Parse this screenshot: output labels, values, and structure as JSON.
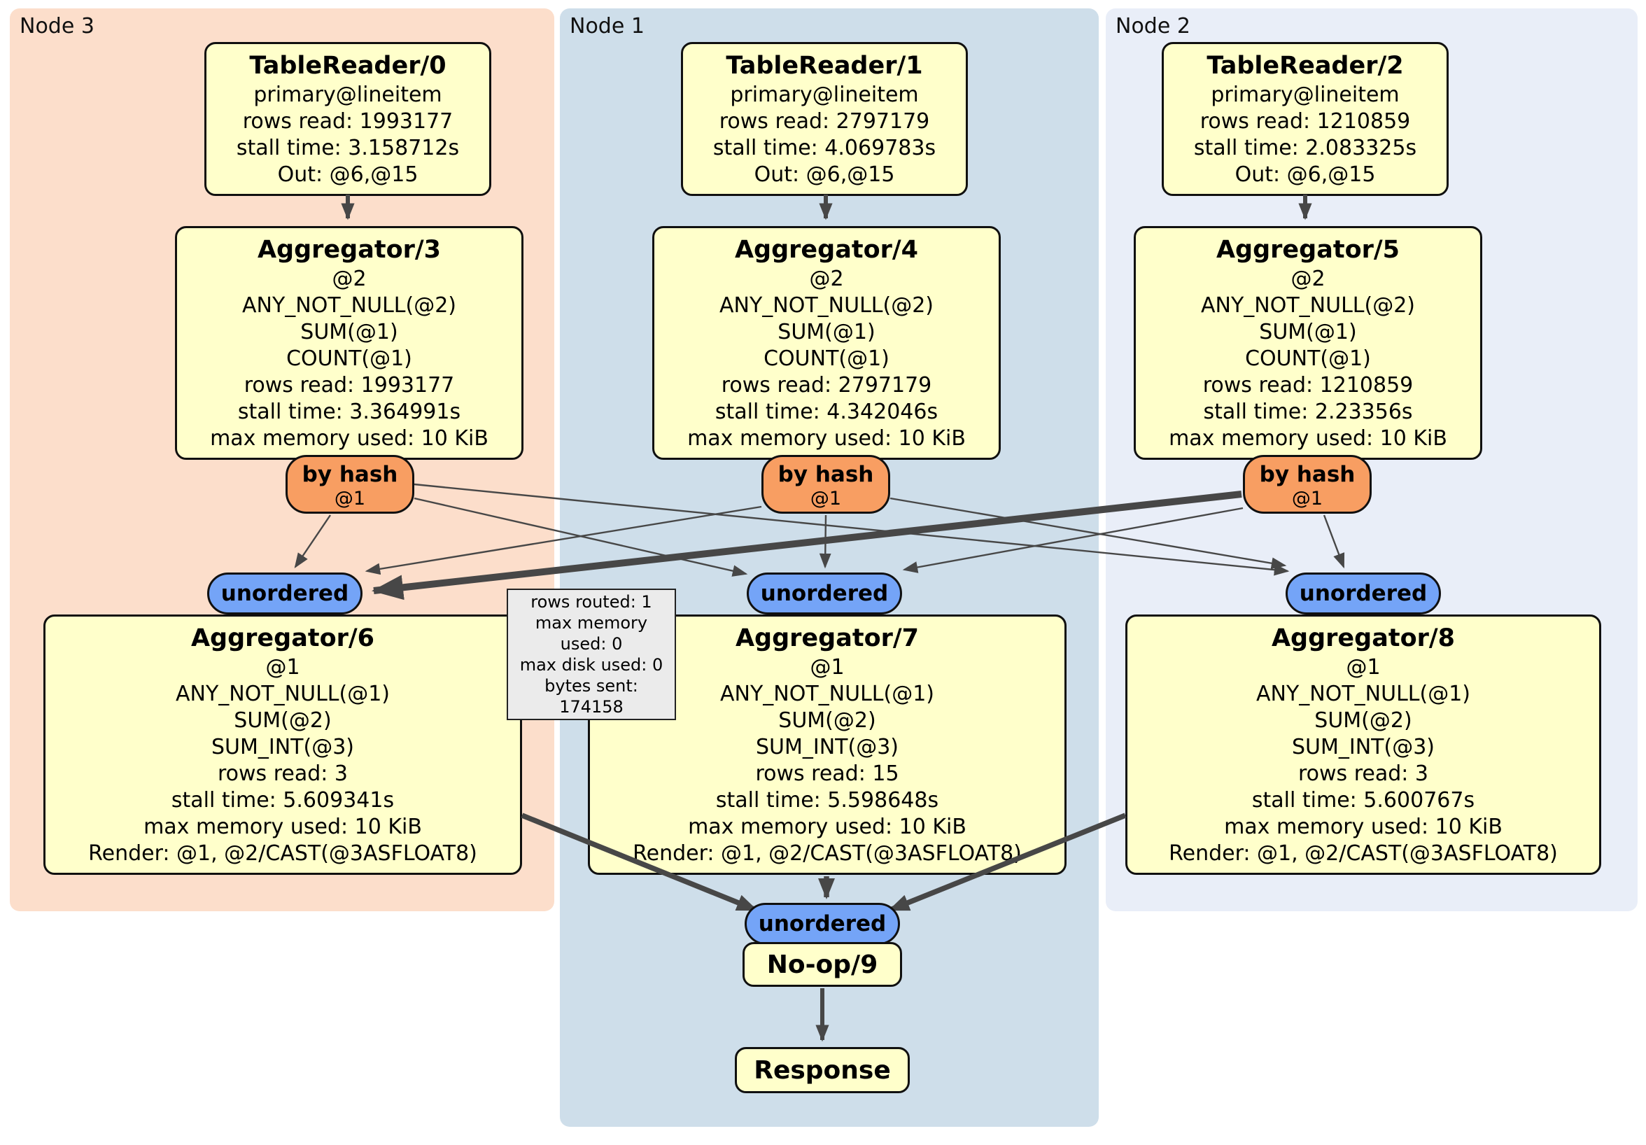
{
  "nodes": [
    {
      "label": "Node 3",
      "table_reader": {
        "title": "TableReader/0",
        "lines": [
          "primary@lineitem",
          "rows read: 1993177",
          "stall time: 3.158712s",
          "Out: @6,@15"
        ]
      },
      "aggregator_top": {
        "title": "Aggregator/3",
        "lines": [
          "@2",
          "ANY_NOT_NULL(@2)",
          "SUM(@1)",
          "COUNT(@1)",
          "rows read: 1993177",
          "stall time: 3.364991s",
          "max memory used: 10 KiB"
        ]
      },
      "router": {
        "label": "by hash",
        "tag": "@1"
      },
      "sync_label": "unordered",
      "aggregator_bottom": {
        "title": "Aggregator/6",
        "lines": [
          "@1",
          "ANY_NOT_NULL(@1)",
          "SUM(@2)",
          "SUM_INT(@3)",
          "rows read: 3",
          "stall time: 5.609341s",
          "max memory used: 10 KiB",
          "Render: @1, @2/CAST(@3ASFLOAT8)"
        ]
      }
    },
    {
      "label": "Node 1",
      "table_reader": {
        "title": "TableReader/1",
        "lines": [
          "primary@lineitem",
          "rows read: 2797179",
          "stall time: 4.069783s",
          "Out: @6,@15"
        ]
      },
      "aggregator_top": {
        "title": "Aggregator/4",
        "lines": [
          "@2",
          "ANY_NOT_NULL(@2)",
          "SUM(@1)",
          "COUNT(@1)",
          "rows read: 2797179",
          "stall time: 4.342046s",
          "max memory used: 10 KiB"
        ]
      },
      "router": {
        "label": "by hash",
        "tag": "@1"
      },
      "sync_label": "unordered",
      "aggregator_bottom": {
        "title": "Aggregator/7",
        "lines": [
          "@1",
          "ANY_NOT_NULL(@1)",
          "SUM(@2)",
          "SUM_INT(@3)",
          "rows read: 15",
          "stall time: 5.598648s",
          "max memory used: 10 KiB",
          "Render: @1, @2/CAST(@3ASFLOAT8)"
        ]
      }
    },
    {
      "label": "Node 2",
      "table_reader": {
        "title": "TableReader/2",
        "lines": [
          "primary@lineitem",
          "rows read: 1210859",
          "stall time: 2.083325s",
          "Out: @6,@15"
        ]
      },
      "aggregator_top": {
        "title": "Aggregator/5",
        "lines": [
          "@2",
          "ANY_NOT_NULL(@2)",
          "SUM(@1)",
          "COUNT(@1)",
          "rows read: 1210859",
          "stall time: 2.23356s",
          "max memory used: 10 KiB"
        ]
      },
      "router": {
        "label": "by hash",
        "tag": "@1"
      },
      "sync_label": "unordered",
      "aggregator_bottom": {
        "title": "Aggregator/8",
        "lines": [
          "@1",
          "ANY_NOT_NULL(@1)",
          "SUM(@2)",
          "SUM_INT(@3)",
          "rows read: 3",
          "stall time: 5.600767s",
          "max memory used: 10 KiB",
          "Render: @1, @2/CAST(@3ASFLOAT8)"
        ]
      }
    }
  ],
  "final_stage": {
    "sync_label": "unordered",
    "noop_title": "No-op/9",
    "response_title": "Response"
  },
  "edge_tooltip": {
    "lines": [
      "rows routed: 1",
      "max memory used: 0",
      "max disk used: 0",
      "bytes sent: 174158"
    ]
  },
  "colors": {
    "node3_bg": "#fcdecb",
    "node1_bg": "#cedeea",
    "node2_bg": "#e9eef8",
    "processor_bg": "#ffffcb",
    "router_bg": "#f89e62",
    "sync_bg": "#74a4f7",
    "tooltip_bg": "#ebebeb",
    "edge": "#474747"
  }
}
